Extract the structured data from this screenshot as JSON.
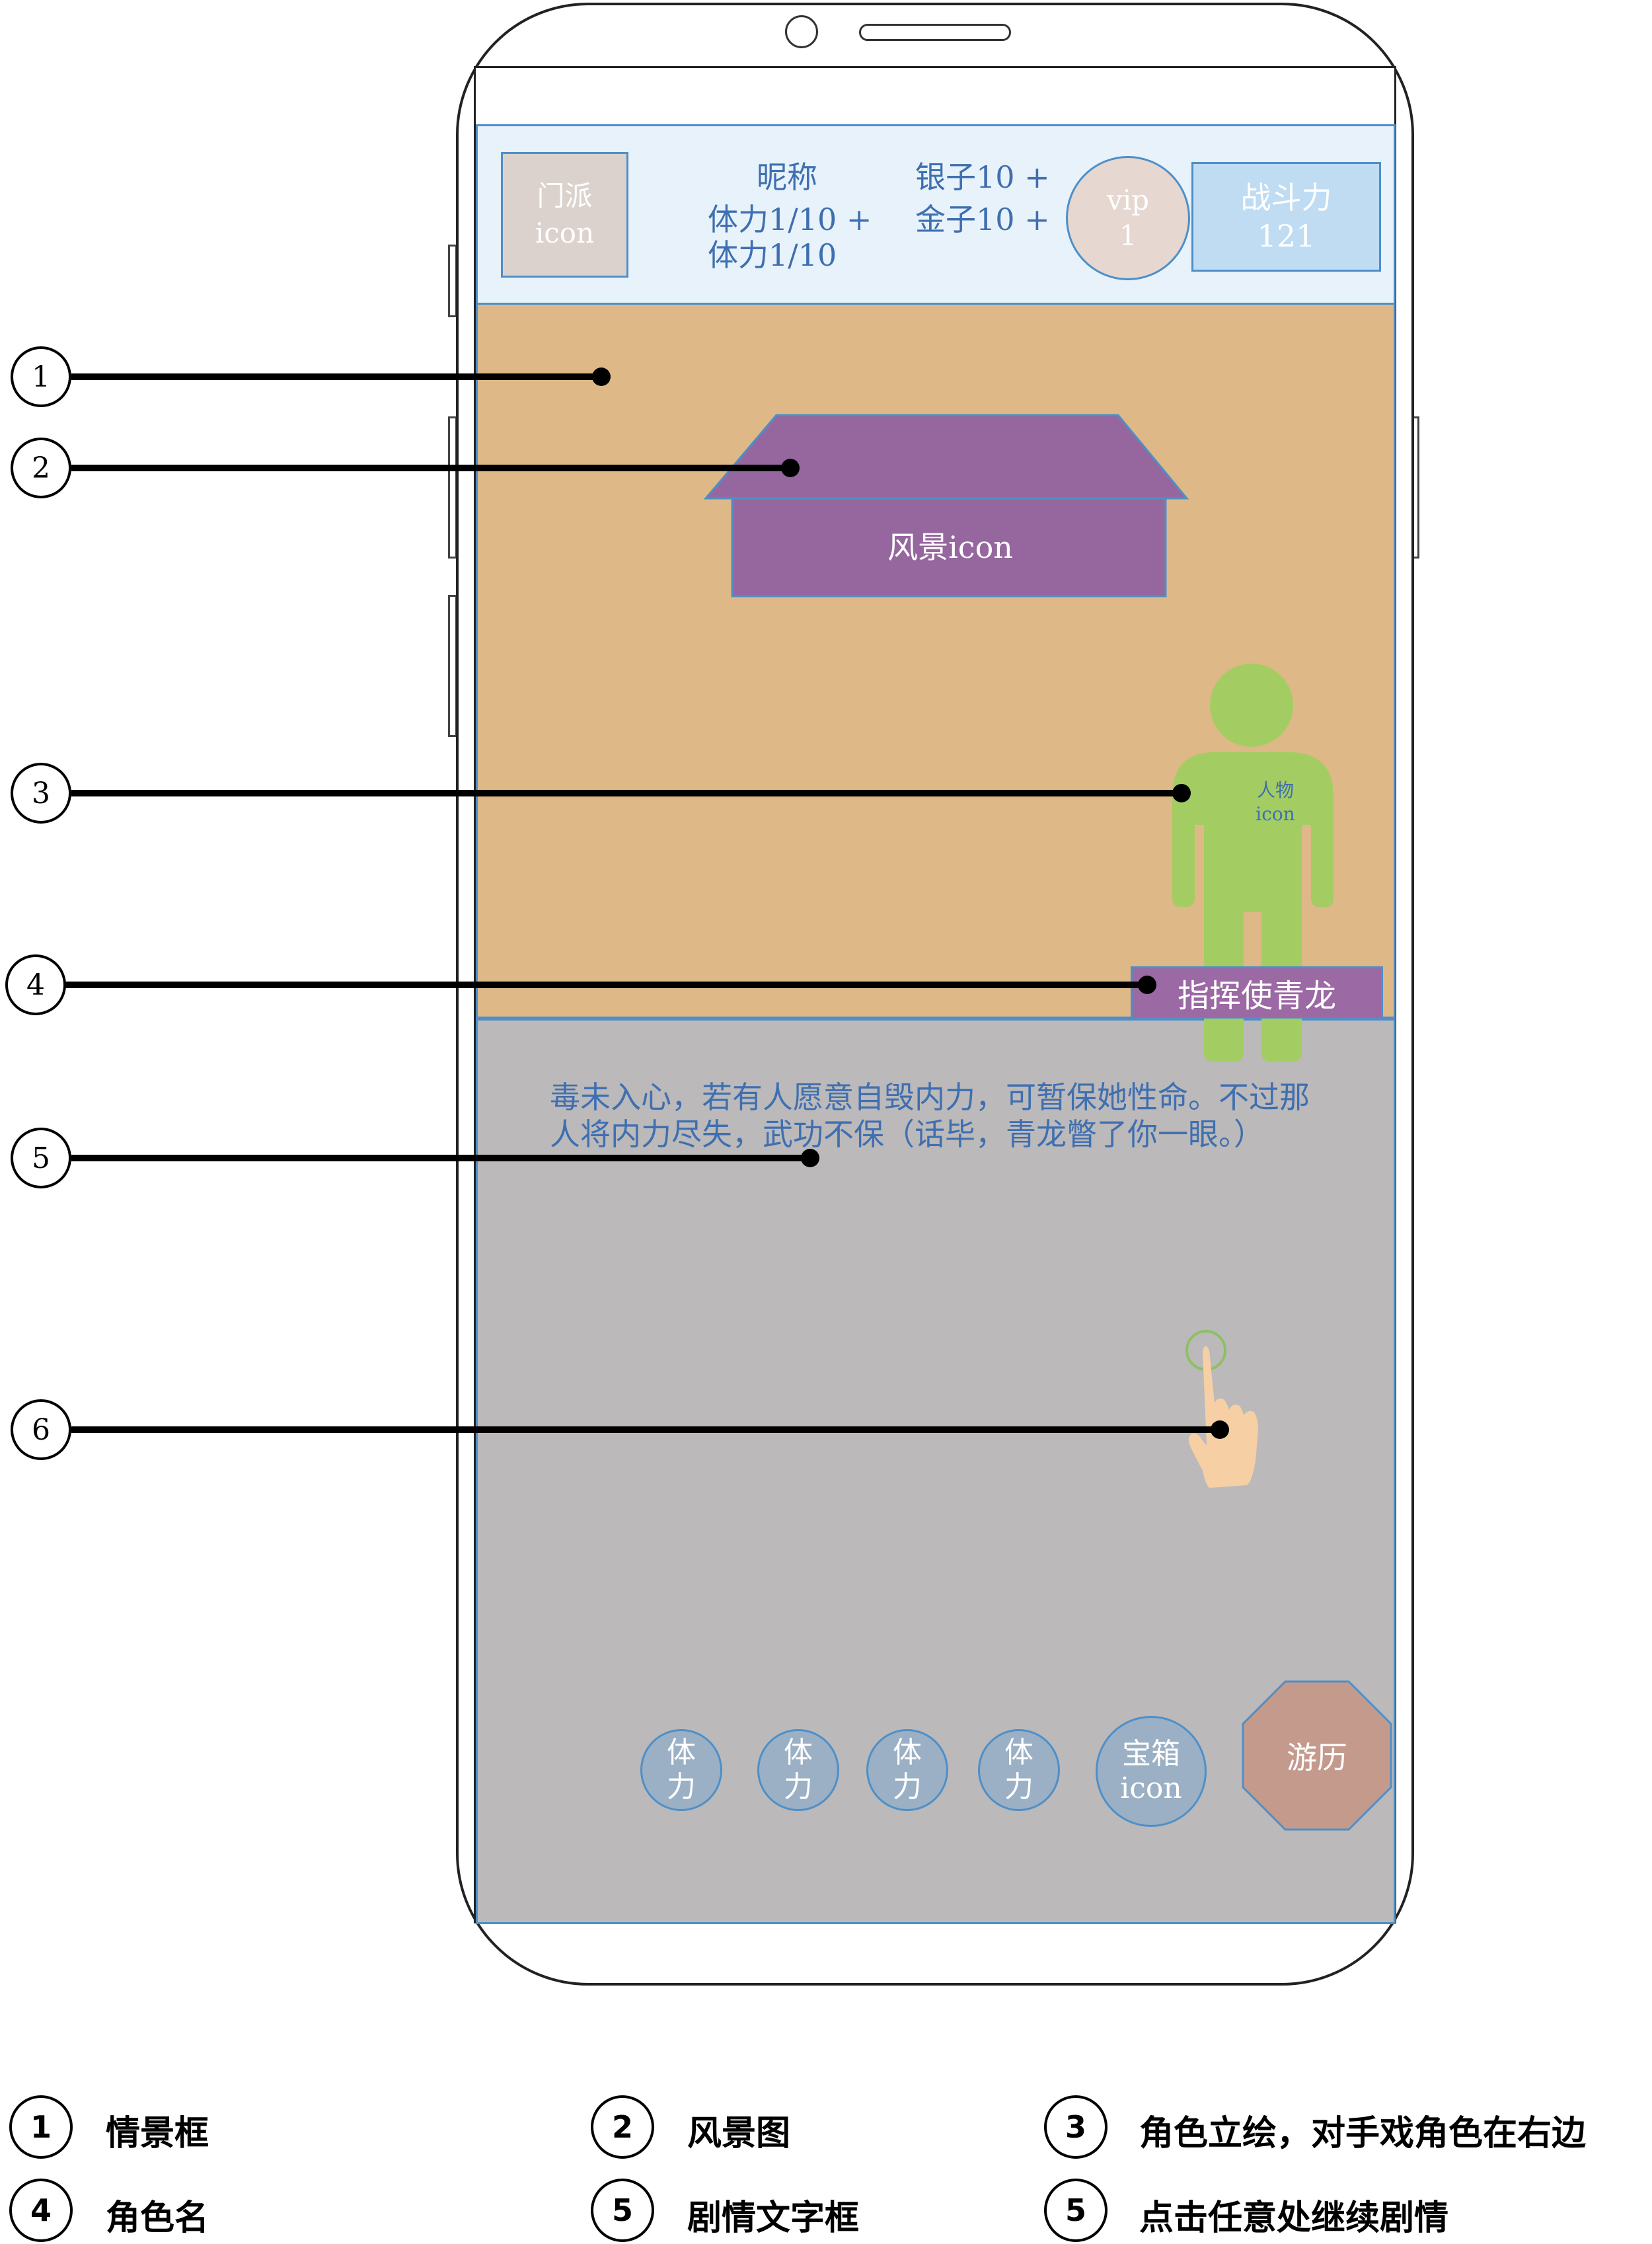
{
  "header": {
    "sect_icon_line1": "门派",
    "sect_icon_line2": "icon",
    "nickname": "昵称",
    "stamina_a": "体力1/10  +",
    "stamina_b": "体力1/10",
    "silver": "银子10  +",
    "gold": "金子10  +",
    "vip_line1": "vip",
    "vip_line2": "1",
    "power_line1": "战斗力",
    "power_line2": "121"
  },
  "scene": {
    "landscape_label": "风景icon",
    "character_line1": "人物",
    "character_line2": "icon",
    "character_name": "指挥使青龙"
  },
  "dialog": {
    "line1": "毒未入心，若有人愿意自毁内力，可暂保她性命。不过那",
    "line2": "人将内力尽失，武功不保（话毕，青龙瞥了你一眼。）"
  },
  "buttons": {
    "stamina": [
      {
        "line1": "体",
        "line2": "力"
      },
      {
        "line1": "体",
        "line2": "力"
      },
      {
        "line1": "体",
        "line2": "力"
      },
      {
        "line1": "体",
        "line2": "力"
      }
    ],
    "chest_line1": "宝箱",
    "chest_line2": "icon",
    "travel": "游历"
  },
  "callouts": [
    "1",
    "2",
    "3",
    "4",
    "5",
    "6"
  ],
  "legend": [
    {
      "num": "1",
      "text": "情景框"
    },
    {
      "num": "2",
      "text": "风景图"
    },
    {
      "num": "3",
      "text": "角色立绘，对手戏角色在右边"
    },
    {
      "num": "4",
      "text": "角色名"
    },
    {
      "num": "5",
      "text": "剧情文字框"
    },
    {
      "num": "5",
      "text": "点击任意处继续剧情"
    }
  ],
  "colors": {
    "accent_blue": "#4e8fc8",
    "header_bg": "#e7f2fa",
    "scene_bg": "#deb887",
    "dialog_bg": "#bbb9ba",
    "landscape_purple": "#96679f",
    "character_green": "#a3cd62",
    "travel_button": "#c49a8d"
  },
  "icons": [
    "hand-pointer-icon",
    "character-figure-icon",
    "house-landscape-icon"
  ]
}
